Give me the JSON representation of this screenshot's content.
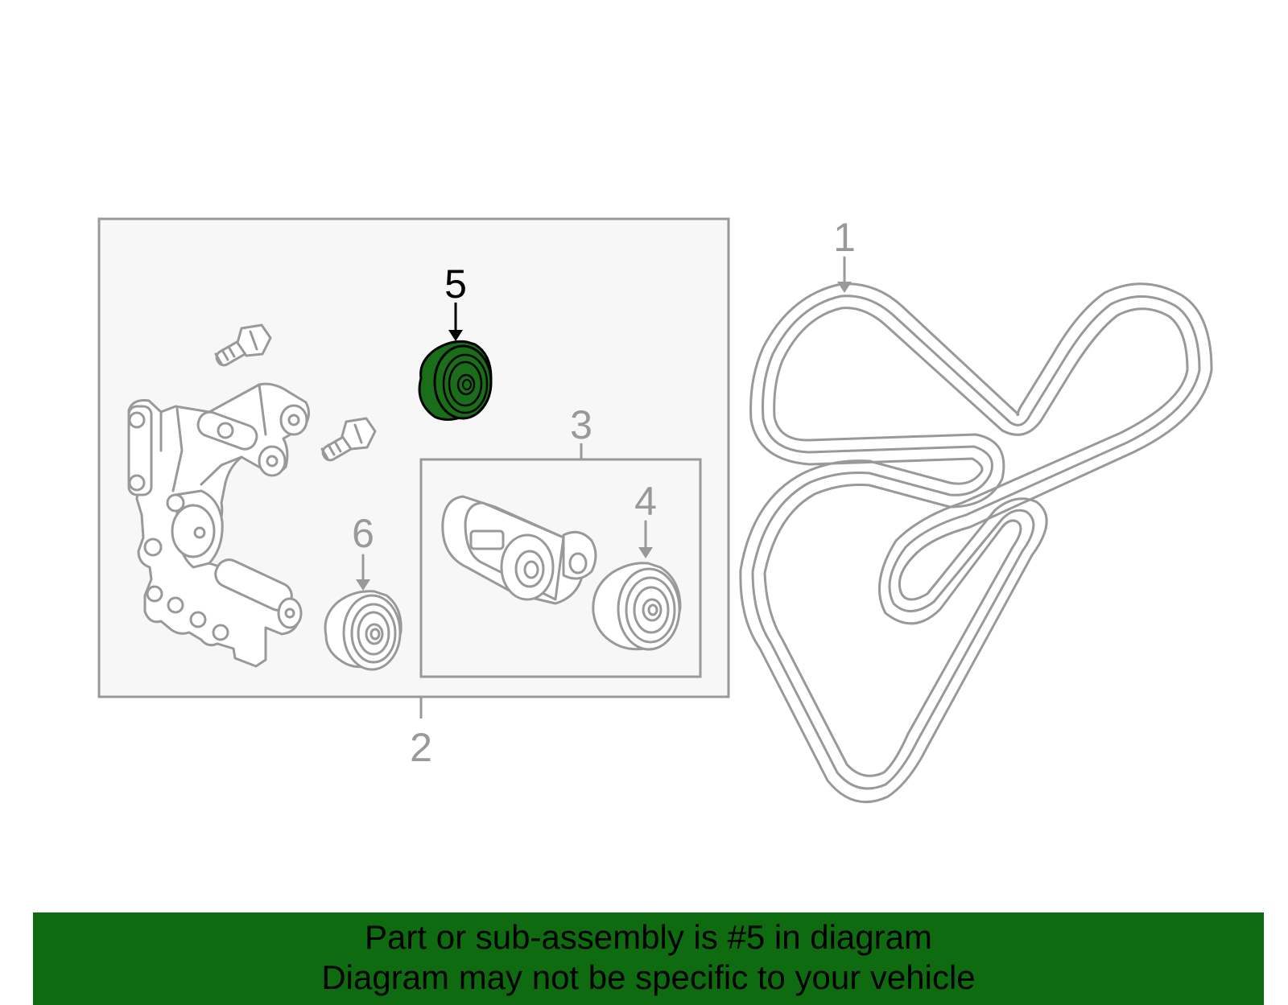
{
  "diagram": {
    "labels": {
      "belt": "1",
      "bracket_assembly": "2",
      "tensioner_assembly": "3",
      "tensioner_pulley": "4",
      "idler_pulley_highlighted": "5",
      "idler_pulley": "6"
    },
    "highlighted_part": "5",
    "colors": {
      "highlight_fill": "#1a6e1a",
      "line": "#999999",
      "box_fill": "#f7f7f7",
      "banner": "#0f6b0f"
    }
  },
  "banner": {
    "line1": "Part or sub-assembly is #5 in diagram",
    "line2": "Diagram may not be specific to your vehicle"
  }
}
